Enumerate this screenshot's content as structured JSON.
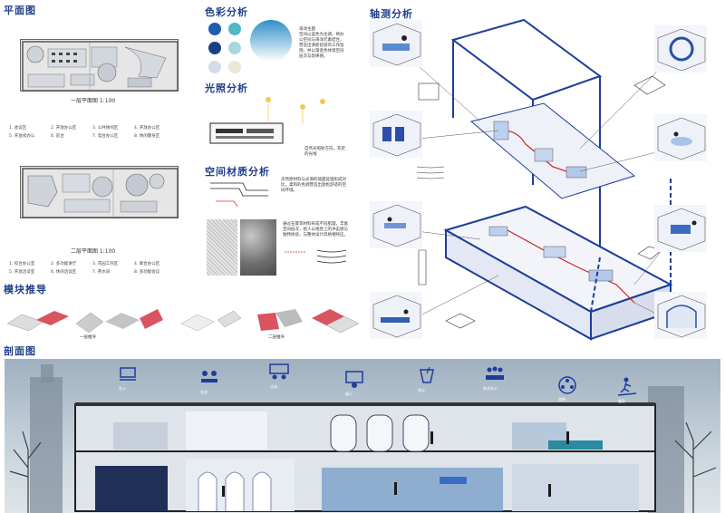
{
  "titles": {
    "floor_plan": "平面图",
    "color": "色彩分析",
    "lighting": "光照分析",
    "material": "空间材质分析",
    "module": "模块推导",
    "section": "剖面图",
    "axonometric": "轴测分析"
  },
  "plan1": {
    "caption": "一层平面图   1:100",
    "legend": [
      "1. 会议区",
      "2. 开放办公区",
      "3. 公共休闲区",
      "4. 开放办公区",
      "5. 开放式办公",
      "6. 前台",
      "7. 电台办公区",
      "8. 休闲健身区"
    ]
  },
  "plan2": {
    "caption": "二层平面图   1:100",
    "legend": [
      "1. 综合办公室",
      "2. 多功能讲厅",
      "3. 花园工作区",
      "4. 联合办公区",
      "5. 开放洽谈室",
      "6. 休闲洽谈区",
      "7. 茶水间",
      "8. 多功能会议"
    ]
  },
  "color": {
    "swatches": [
      "#1f5bb0",
      "#52b7c4",
      "#1a3f82",
      "#a8d7dc",
      "#d7dbe8",
      "#ece8d8"
    ],
    "gradient_top": "#2f8fc8",
    "gradient_bottom": "#ffffff",
    "note_title": "海洋主题",
    "note_body": "空间以蓝色为主调，将办公空间与海洋元素结合，营造出清新舒适的工作氛围，并以渐变色体现空间层次与韵律感。"
  },
  "lighting": {
    "note": "自然光照射方向，充足的光线"
  },
  "material": {
    "note1": "天然原材料与光滑的墙面处理形成对比，柔和的色调营造出放松舒适的空间环境。",
    "note2": "通过石膏等材料形成不同肌理，丰富空间层次，给人以视觉上的冲击感与独特体验，与整体设计风格相呼应。"
  },
  "module": {
    "label1": "一层推导",
    "label2": "二层推导"
  },
  "section": {
    "icons": [
      {
        "name": "office-icon",
        "label": "办公"
      },
      {
        "name": "meeting-icon",
        "label": "会议"
      },
      {
        "name": "discussion-icon",
        "label": "洽谈"
      },
      {
        "name": "presentation-icon",
        "label": "展示"
      },
      {
        "name": "drink-icon",
        "label": "茶水"
      },
      {
        "name": "group-icon",
        "label": "联合办公"
      },
      {
        "name": "film-icon",
        "label": "放映"
      },
      {
        "name": "treadmill-icon",
        "label": "健身"
      }
    ]
  }
}
